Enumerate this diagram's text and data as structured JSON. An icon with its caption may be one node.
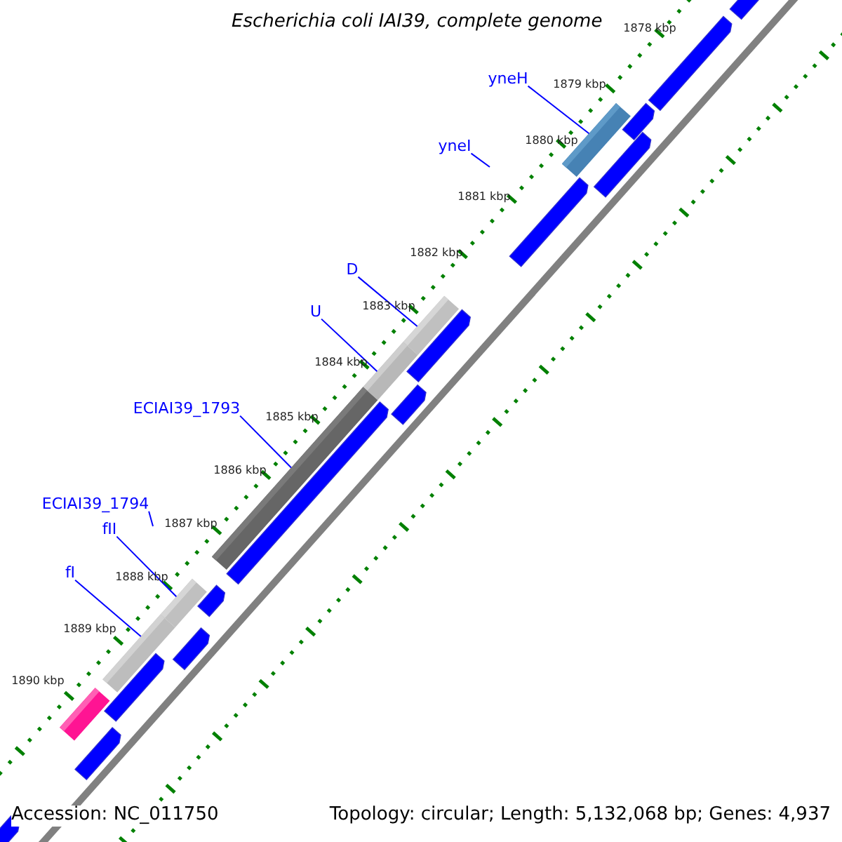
{
  "diagram": {
    "title": "Escherichia coli IAI39, complete genome",
    "nodes": [
      {
        "text": [
          "yneH"
        ]
      },
      {
        "text": [
          "yneI"
        ]
      },
      {
        "text": [
          "D"
        ]
      },
      {
        "text": [
          "U"
        ]
      },
      {
        "text": [
          "ECIAI39_1793"
        ]
      },
      {
        "text": [
          "ECIAI39_1794"
        ]
      },
      {
        "text": [
          "fII"
        ]
      },
      {
        "text": [
          "fI"
        ]
      },
      {
        "text": [],
        "shape": "bar"
      },
      {
        "text": [],
        "shape": "bar"
      },
      {
        "text": [],
        "shape": "bar"
      },
      {
        "text": [],
        "shape": "bar"
      },
      {
        "text": [],
        "shape": "bar"
      },
      {
        "text": [],
        "shape": "bar"
      },
      {
        "text": [],
        "shape": "bar"
      }
    ],
    "edges": [
      {
        "from": 0,
        "to": 8,
        "arrow": "none"
      },
      {
        "from": 1,
        "to": null,
        "arrow": "none"
      },
      {
        "from": 2,
        "to": 9,
        "arrow": "none"
      },
      {
        "from": 3,
        "to": 10,
        "arrow": "none"
      },
      {
        "from": 4,
        "to": 11,
        "arrow": "none"
      },
      {
        "from": 5,
        "to": null,
        "arrow": "none"
      },
      {
        "from": 6,
        "to": 12,
        "arrow": "none"
      },
      {
        "from": 7,
        "to": 13,
        "arrow": "none"
      }
    ],
    "labels": [
      "1878 kbp",
      "1879 kbp",
      "1880 kbp",
      "1881 kbp",
      "1882 kbp",
      "1883 kbp",
      "1884 kbp",
      "1885 kbp",
      "1886 kbp",
      "1887 kbp",
      "1888 kbp",
      "1889 kbp",
      "1890 kbp",
      "Accession: NC_011750",
      "Topology: circular; Length: 5,132,068 bp; Genes: 4,937"
    ]
  }
}
